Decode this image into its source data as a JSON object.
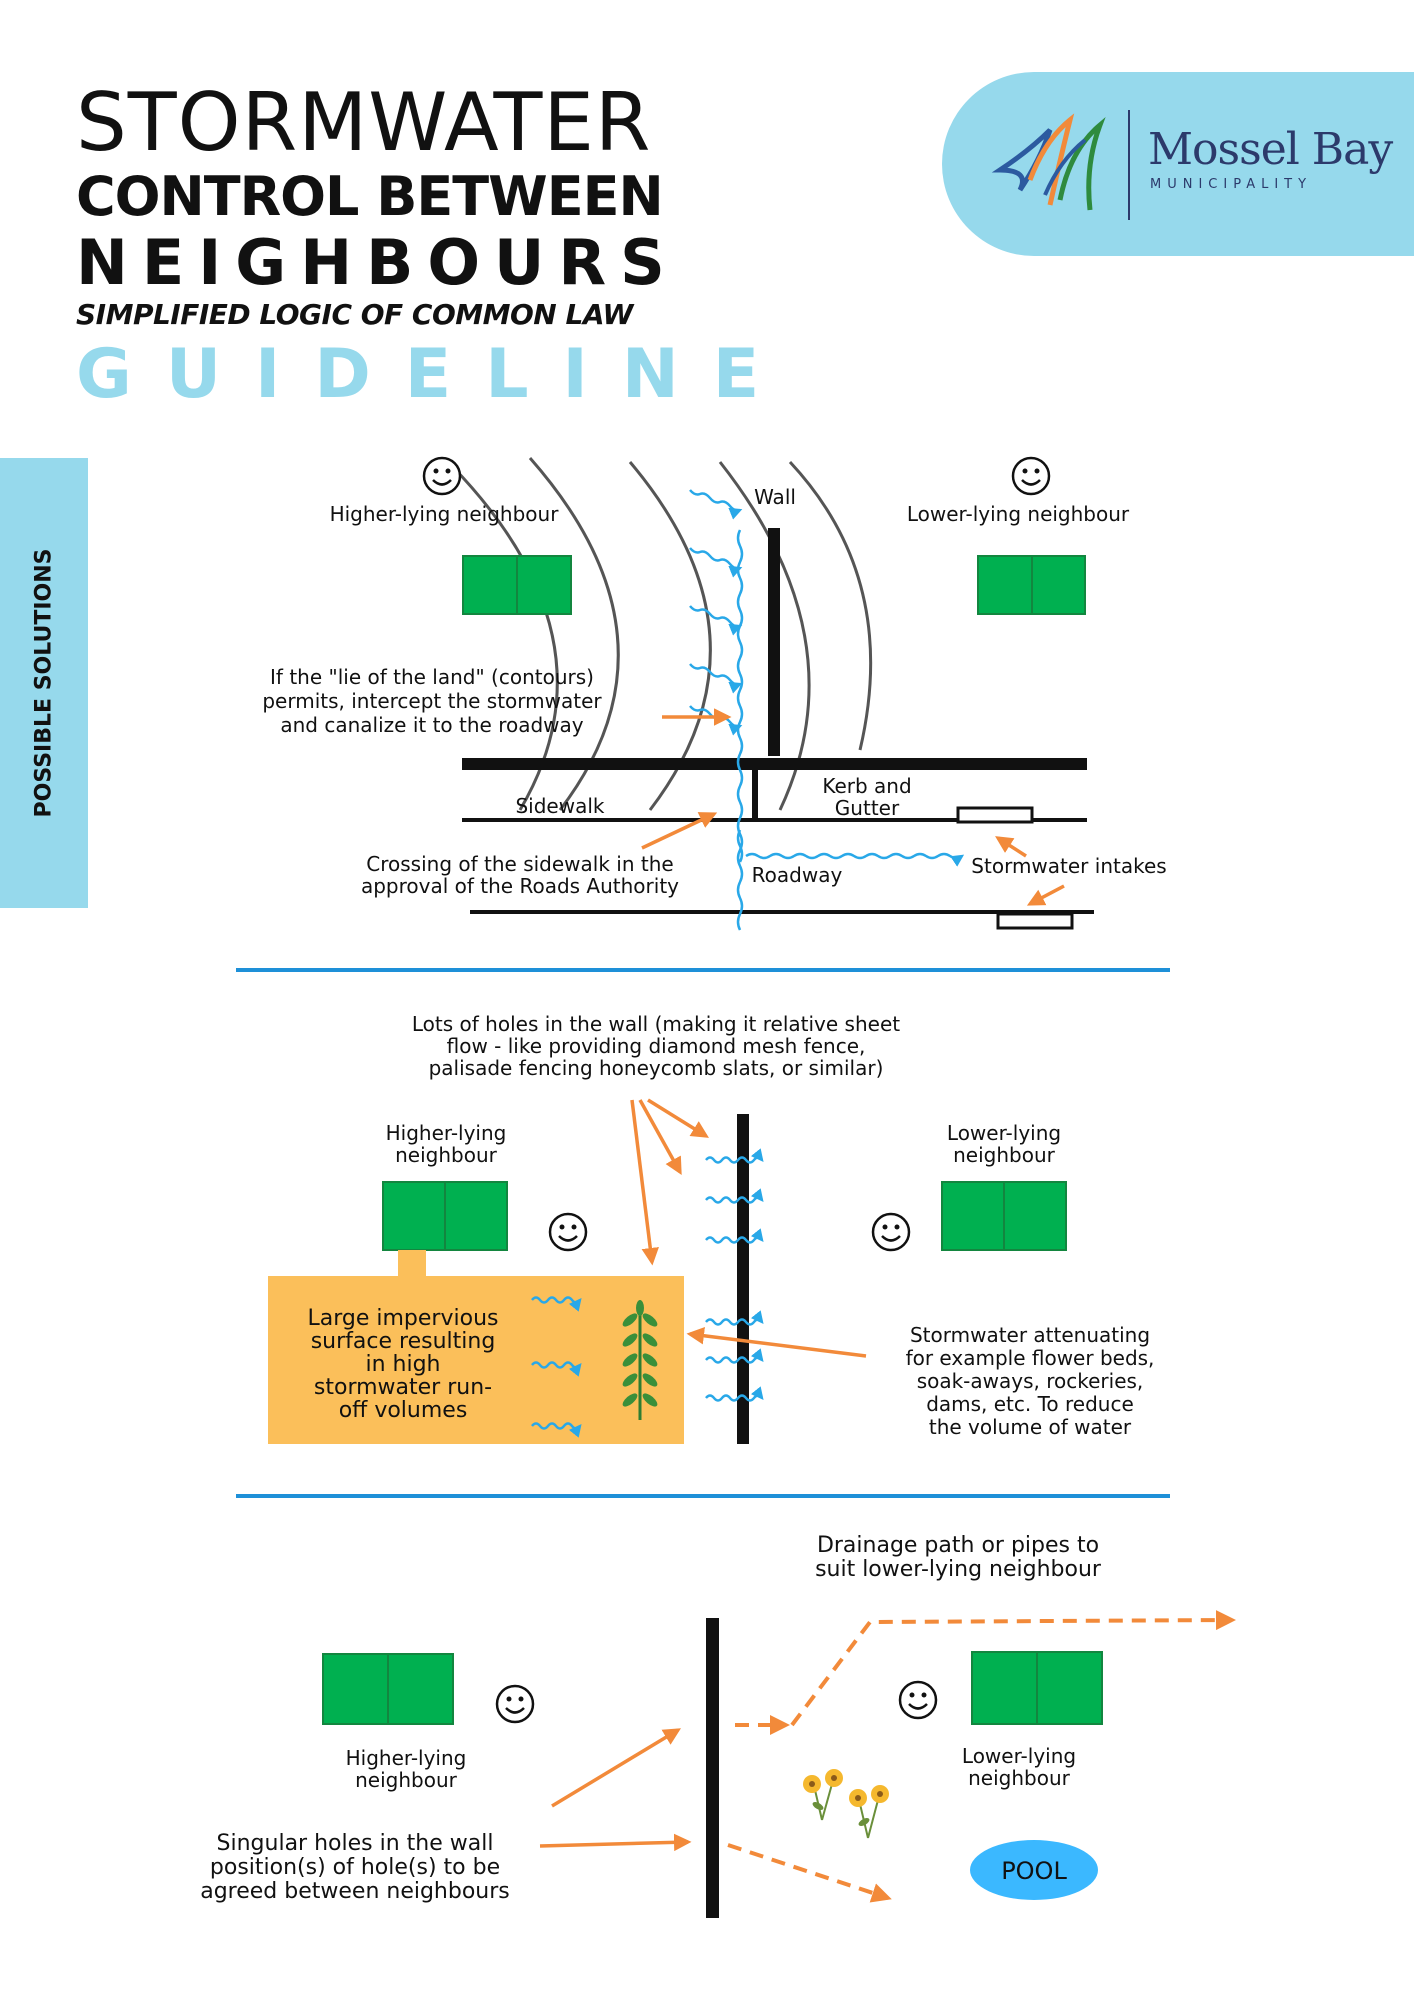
{
  "title": {
    "line1": "STORMWATER",
    "line2": "CONTROL BETWEEN",
    "line3": "NEIGHBOURS",
    "line4": "SIMPLIFIED LOGIC OF COMMON LAW",
    "line5": "GUIDELINE"
  },
  "logo": {
    "name": "Mossel Bay",
    "sub": "MUNICIPALITY"
  },
  "side_tab": "POSSIBLE SOLUTIONS",
  "colors": {
    "accent_blue": "#96d9ec",
    "water_blue": "#29a8e8",
    "house_green": "#00b050",
    "arrow_orange": "#f28a3a",
    "surface_orange": "#fbbf5a",
    "divider_blue": "#1e90d8",
    "pool_blue": "#3bb8ff"
  },
  "section1": {
    "higher": "Higher-lying neighbour",
    "lower": "Lower-lying neighbour",
    "wall": "Wall",
    "intercept": [
      "If the \"lie of the land\" (contours)",
      "permits, intercept the stormwater",
      "and canalize it to the roadway"
    ],
    "sidewalk": "Sidewalk",
    "kerb": [
      "Kerb and",
      "Gutter"
    ],
    "crossing": [
      "Crossing of the sidewalk in the",
      "approval of the Roads Authority"
    ],
    "roadway": "Roadway",
    "intakes": "Stormwater intakes"
  },
  "section2": {
    "holes": [
      "Lots of holes in the wall (making it relative sheet",
      "flow - like providing diamond mesh fence,",
      "palisade fencing honeycomb slats, or similar)"
    ],
    "higher": [
      "Higher-lying",
      "neighbour"
    ],
    "lower": [
      "Lower-lying",
      "neighbour"
    ],
    "surface": [
      "Large impervious",
      "surface resulting",
      "in high",
      "stormwater run-",
      "off volumes"
    ],
    "attenuating": [
      "Stormwater attenuating",
      "for example flower beds,",
      "soak-aways, rockeries,",
      "dams, etc. To reduce",
      "the volume of water"
    ]
  },
  "section3": {
    "drainage": [
      "Drainage path or pipes to",
      "suit lower-lying neighbour"
    ],
    "higher": [
      "Higher-lying",
      "neighbour"
    ],
    "lower": [
      "Lower-lying",
      "neighbour"
    ],
    "singular": [
      "Singular holes in the wall",
      "position(s) of hole(s) to be",
      "agreed between neighbours"
    ],
    "pool": "POOL"
  },
  "icons": [
    "smiley-icon",
    "house-icon",
    "plant-icon",
    "flower-icon",
    "logo-mark-icon"
  ]
}
